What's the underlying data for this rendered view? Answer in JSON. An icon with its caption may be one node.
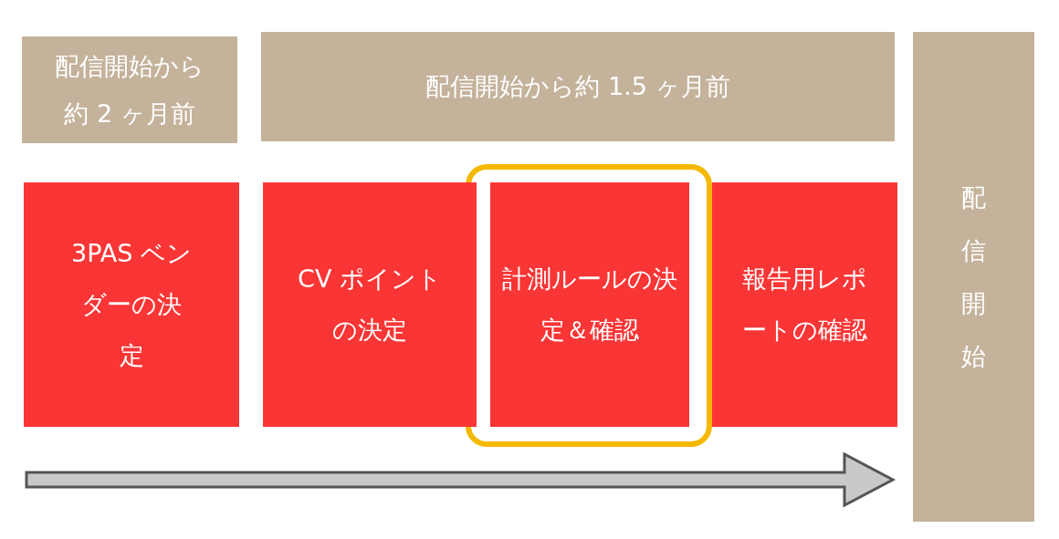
{
  "diagram": {
    "nodes": [
      {
        "text": [
          "配信開始から約 2 ヶ月前"
        ]
      },
      {
        "text": [
          "配信開始から約 1.5 ヶ月前"
        ]
      },
      {
        "text": [
          "3PAS ベンダーの決定"
        ]
      },
      {
        "text": [
          "CV ポイントの決定"
        ]
      },
      {
        "text": [
          "計測ルールの決定＆確認"
        ]
      },
      {
        "text": [
          "報告用レポートの確認"
        ]
      },
      {
        "text": [
          "配信開始"
        ]
      }
    ],
    "edges": []
  }
}
